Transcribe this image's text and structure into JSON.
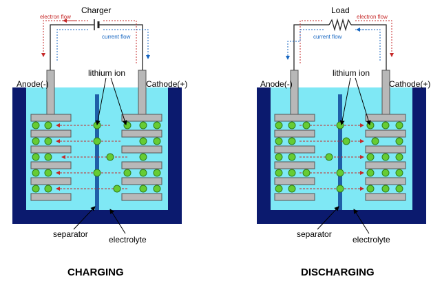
{
  "colors": {
    "casing": "#0b1a6e",
    "electrolyte": "#7fe8f5",
    "electrode": "#b8b8b8",
    "electrode_edge": "#555555",
    "separator": "#1f5fa8",
    "ion_fill": "#66cc33",
    "ion_edge": "#2e7d1a",
    "electron_flow": "#c62828",
    "current_flow": "#1565c0",
    "wire": "#222222"
  },
  "panels": [
    {
      "id": "charging",
      "source_label": "Charger",
      "source_icon": "battery-symbol-icon",
      "electron_flow_label": "electron flow",
      "current_flow_label": "current flow",
      "anode_label": "Anode(-)",
      "cathode_label": "Cathode(+)",
      "lithium_ion_label": "lithium ion",
      "separator_label": "separator",
      "electrolyte_label": "electrolyte",
      "caption": "CHARGING",
      "ion_direction": "cathode-to-anode"
    },
    {
      "id": "discharging",
      "source_label": "Load",
      "source_icon": "resistor-symbol-icon",
      "electron_flow_label": "electron flow",
      "current_flow_label": "current flow",
      "anode_label": "Anode(-)",
      "cathode_label": "Cathode(+)",
      "lithium_ion_label": "lithium ion",
      "separator_label": "separator",
      "electrolyte_label": "electrolyte",
      "caption": "DISCHARGING",
      "ion_direction": "anode-to-cathode"
    }
  ]
}
